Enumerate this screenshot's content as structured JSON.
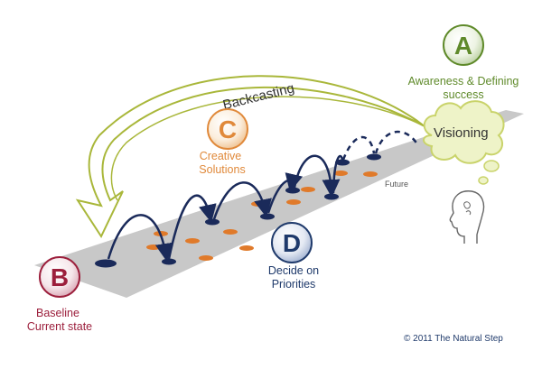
{
  "diagram": {
    "backcasting_label": "Backcasting",
    "future_label": "Future",
    "copyright": "© 2011 The Natural Step",
    "visioning_label": "Visioning",
    "steps": {
      "A": {
        "letter": "A",
        "line1": "Awareness & Defining",
        "line2": "success",
        "color": "#5f8a2a"
      },
      "B": {
        "letter": "B",
        "line1": "Baseline",
        "line2": "Current state",
        "color": "#9c1f3c"
      },
      "C": {
        "letter": "C",
        "line1": "Creative",
        "line2": "Solutions",
        "color": "#e0893a"
      },
      "D": {
        "letter": "D",
        "line1": "Decide on",
        "line2": "Priorities",
        "color": "#1f3a6b"
      }
    },
    "colors": {
      "path": "#c9c9c9",
      "navy": "#1a2a5a",
      "orange": "#e07a2a",
      "arrow_olive": "#a9b73a",
      "cloud_fill": "#eef3c8",
      "cloud_stroke": "#c9d36a"
    }
  }
}
